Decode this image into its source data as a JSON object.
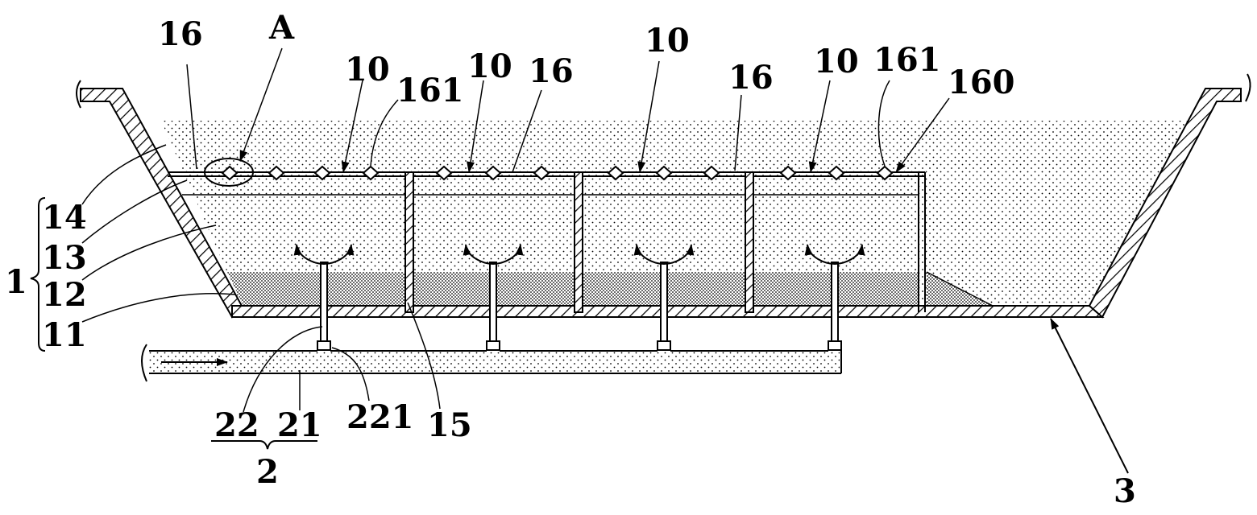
{
  "labels": {
    "l16a": "16",
    "lA": "A",
    "l10a": "10",
    "l161a": "161",
    "l10b": "10",
    "l16b": "16",
    "l10c": "10",
    "l16c": "16",
    "l10d": "10",
    "l161b": "161",
    "l160": "160",
    "l14": "14",
    "l13": "13",
    "l12": "12",
    "l11": "11",
    "l1": "1",
    "l15": "15",
    "l221": "221",
    "l22": "22",
    "l21": "21",
    "l2": "2",
    "l3": "3"
  }
}
